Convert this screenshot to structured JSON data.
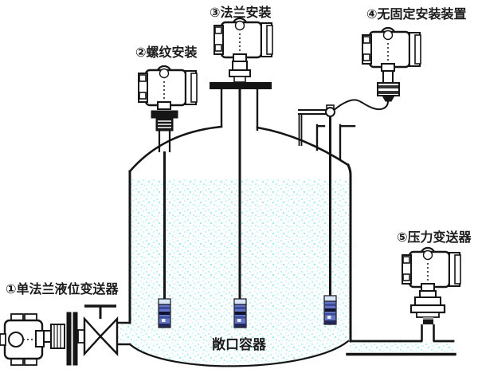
{
  "diagram": {
    "type": "installation-diagram",
    "tank_label": "敞口容器",
    "installations": [
      {
        "id": "1",
        "label": "①单法兰液位变送器"
      },
      {
        "id": "2",
        "label": "②螺纹安装"
      },
      {
        "id": "3",
        "label": "③法兰安装"
      },
      {
        "id": "4",
        "label": "④无固定安装装置"
      },
      {
        "id": "5",
        "label": "⑤压力变送器"
      }
    ],
    "colors": {
      "line": "#151515",
      "liquid_dots": "#7deff0",
      "probe_body": "#6274c4",
      "probe_cap": "#d8e4f7",
      "probe_band_dark": "#10122e"
    }
  }
}
